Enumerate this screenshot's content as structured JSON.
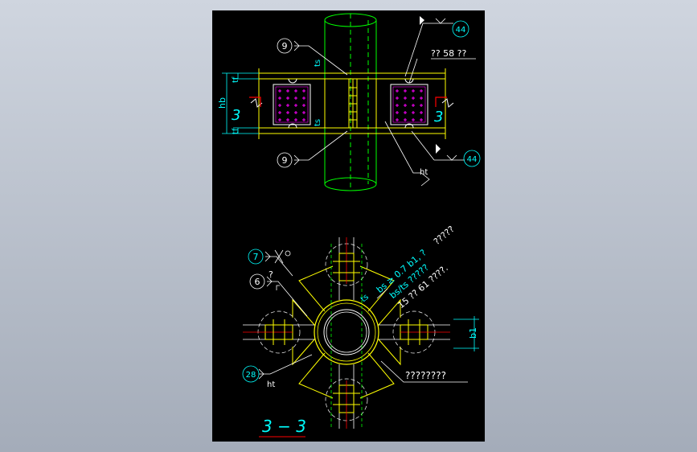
{
  "colors": {
    "background": "#000000",
    "yellow": "#ffff00",
    "cyan": "#00ffff",
    "white": "#ffffff",
    "green": "#00ff00",
    "magenta": "#ff00ff",
    "red": "#ff0000",
    "gray": "#b0b0b0"
  },
  "top_view": {
    "callout_9_top": "9",
    "callout_9_bottom": "9",
    "callout_44_top": "44",
    "callout_44_bottom": "44",
    "note_58": "?? 58 ??",
    "label_ts_top": "ts",
    "label_ts_bottom": "ts",
    "label_tf_top": "tf",
    "label_tf_bottom": "tf",
    "label_hb": "hb",
    "label_ht": "ht",
    "section_mark_left": "3",
    "section_mark_right": "3"
  },
  "bottom_view": {
    "callout_7": "7",
    "callout_6": "6",
    "callout_28": "28",
    "callout_6_note": "?",
    "label_ht": "ht",
    "label_ts": "ts",
    "label_b1": "b1",
    "note_line1": "bs ≥ 0.7 b1, ?",
    "note_line2": "?????",
    "note_line3": "bs/ts ?????",
    "note_line4": "15 ?? 61 ????.",
    "note_line5": "????????",
    "section_title": "3 − 3"
  }
}
